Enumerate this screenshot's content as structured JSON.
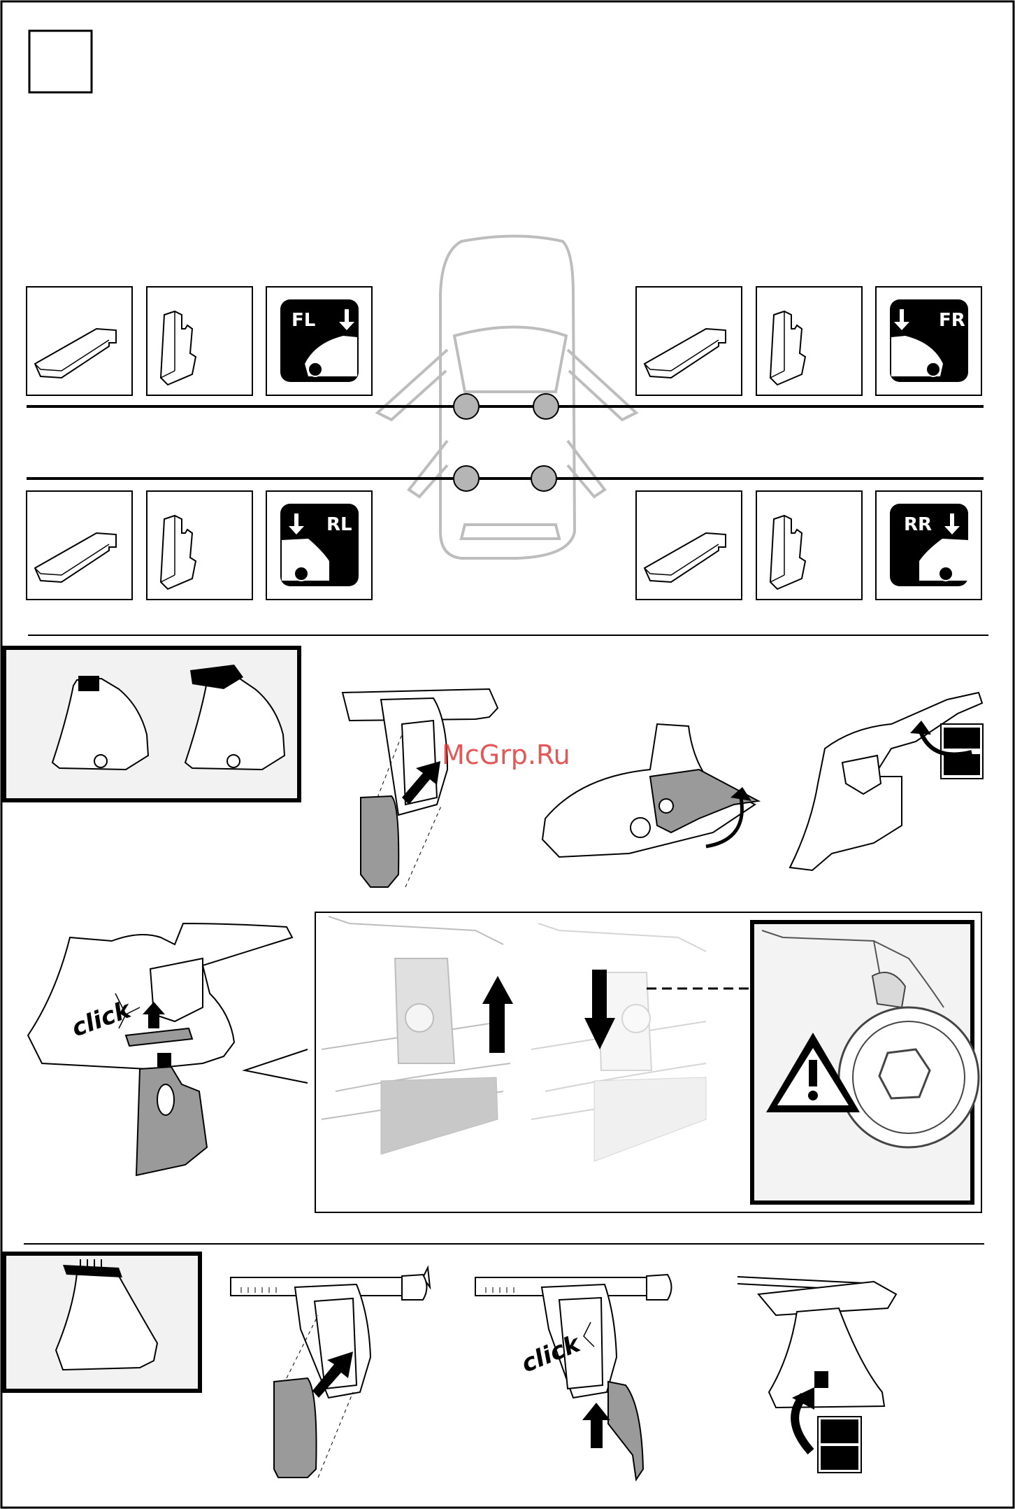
{
  "positions": {
    "fl": "FL",
    "fr": "FR",
    "rl": "RL",
    "rr": "RR"
  },
  "annotations": {
    "click_1": "click",
    "click_2": "click"
  },
  "watermark": "McGrp.Ru",
  "icons": [
    "car-top-view-icon",
    "foot-pad-icon",
    "bracket-icon",
    "position-tag-icon",
    "arrow-up-icon",
    "arrow-down-icon",
    "curved-arrow-icon",
    "warning-triangle-icon",
    "roof-bar-icon",
    "roof-foot-icon",
    "mounting-clip-icon"
  ],
  "colors": {
    "ink": "#000000",
    "part_grey": "#9a9a9a",
    "panel_bg": "#f2f2f2",
    "ghost_car": "#bdbdbd",
    "watermark": "#e03a3a"
  }
}
